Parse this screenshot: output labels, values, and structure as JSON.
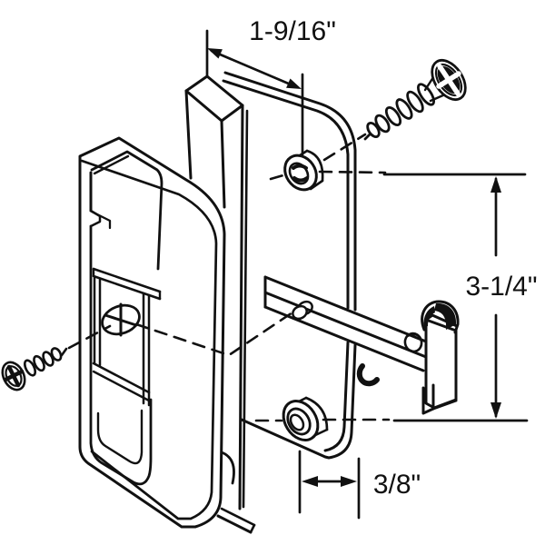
{
  "figure": {
    "background": "#ffffff",
    "line_color": "#111111",
    "description": "Exploded-view line drawing of a sliding screen door latch pull assembly: interior pull handle, mounting slab, back plate with two screw bosses, latch hook arm, and two Phillips mounting screws, with dimension callouts"
  },
  "annotations": {
    "width_dim": "1-9/16\"",
    "height_dim": "3-1/4\"",
    "offset_dim": "3/8\""
  }
}
